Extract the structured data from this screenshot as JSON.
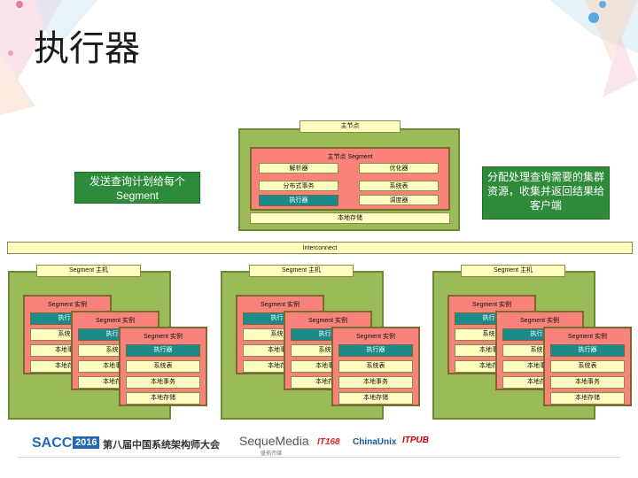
{
  "title": "执行器",
  "left_note": "发送查询计划给每个 Segment",
  "right_note": "分配处理查询需要的集群资源，收集并返回结果给客户端",
  "master": {
    "host_label": "主节点",
    "segment_label": "主节点 Segment",
    "modules": [
      "解析器",
      "优化器",
      "分布式事务",
      "系统表",
      "执行器",
      "调度器"
    ],
    "storage": "本地存储"
  },
  "interconnect": "Interconnect",
  "segment_host_label": "Segment 主机",
  "segment_instance_label": "Segment 实例",
  "segment_rows": [
    "执行器",
    "系统表",
    "本地事务",
    "本地存储"
  ],
  "footer": {
    "sacc": "SACC",
    "year": "2016",
    "conference": "第八届中国系统架构师大会",
    "sequemedia": "SequeMedia",
    "sequemedia_sub": "盛拓传媒",
    "it168": "IT168",
    "chinaunix": "ChinaUnix",
    "itpub": "ITPUB"
  }
}
